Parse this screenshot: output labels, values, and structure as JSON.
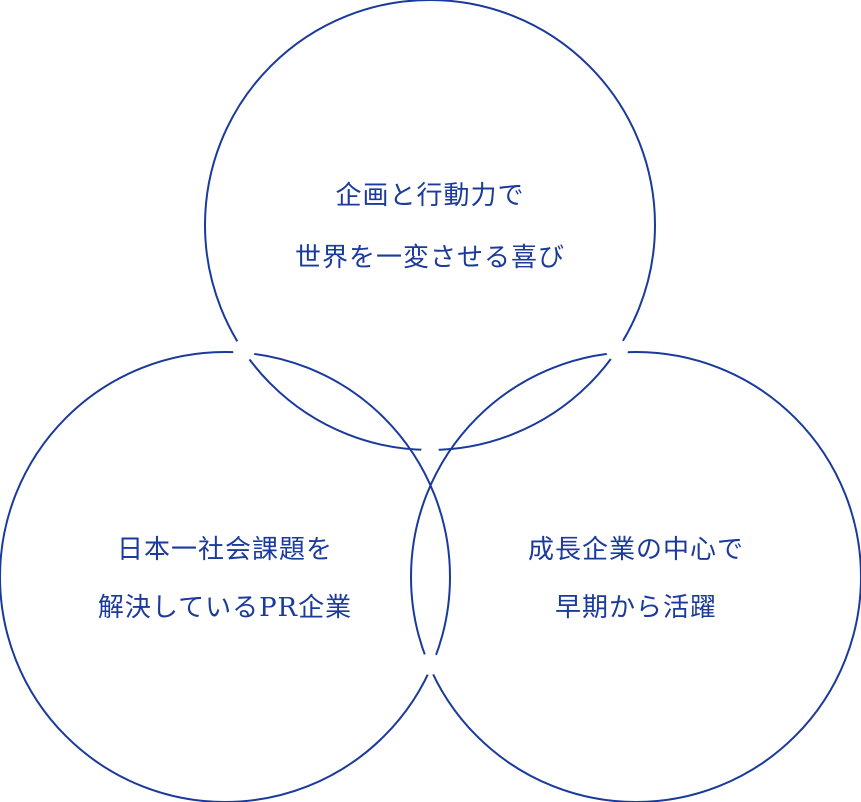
{
  "colors": {
    "stroke": "#1a3a9c",
    "text": "#1a3a9c",
    "background": "#ffffff"
  },
  "circles": [
    {
      "id": "top",
      "lines": [
        "企画と行動力で",
        "世界を一変させる喜び"
      ]
    },
    {
      "id": "left",
      "lines": [
        "日本一社会課題を",
        "解決しているPR企業"
      ]
    },
    {
      "id": "right",
      "lines": [
        "成長企業の中心で",
        "早期から活躍"
      ]
    }
  ]
}
